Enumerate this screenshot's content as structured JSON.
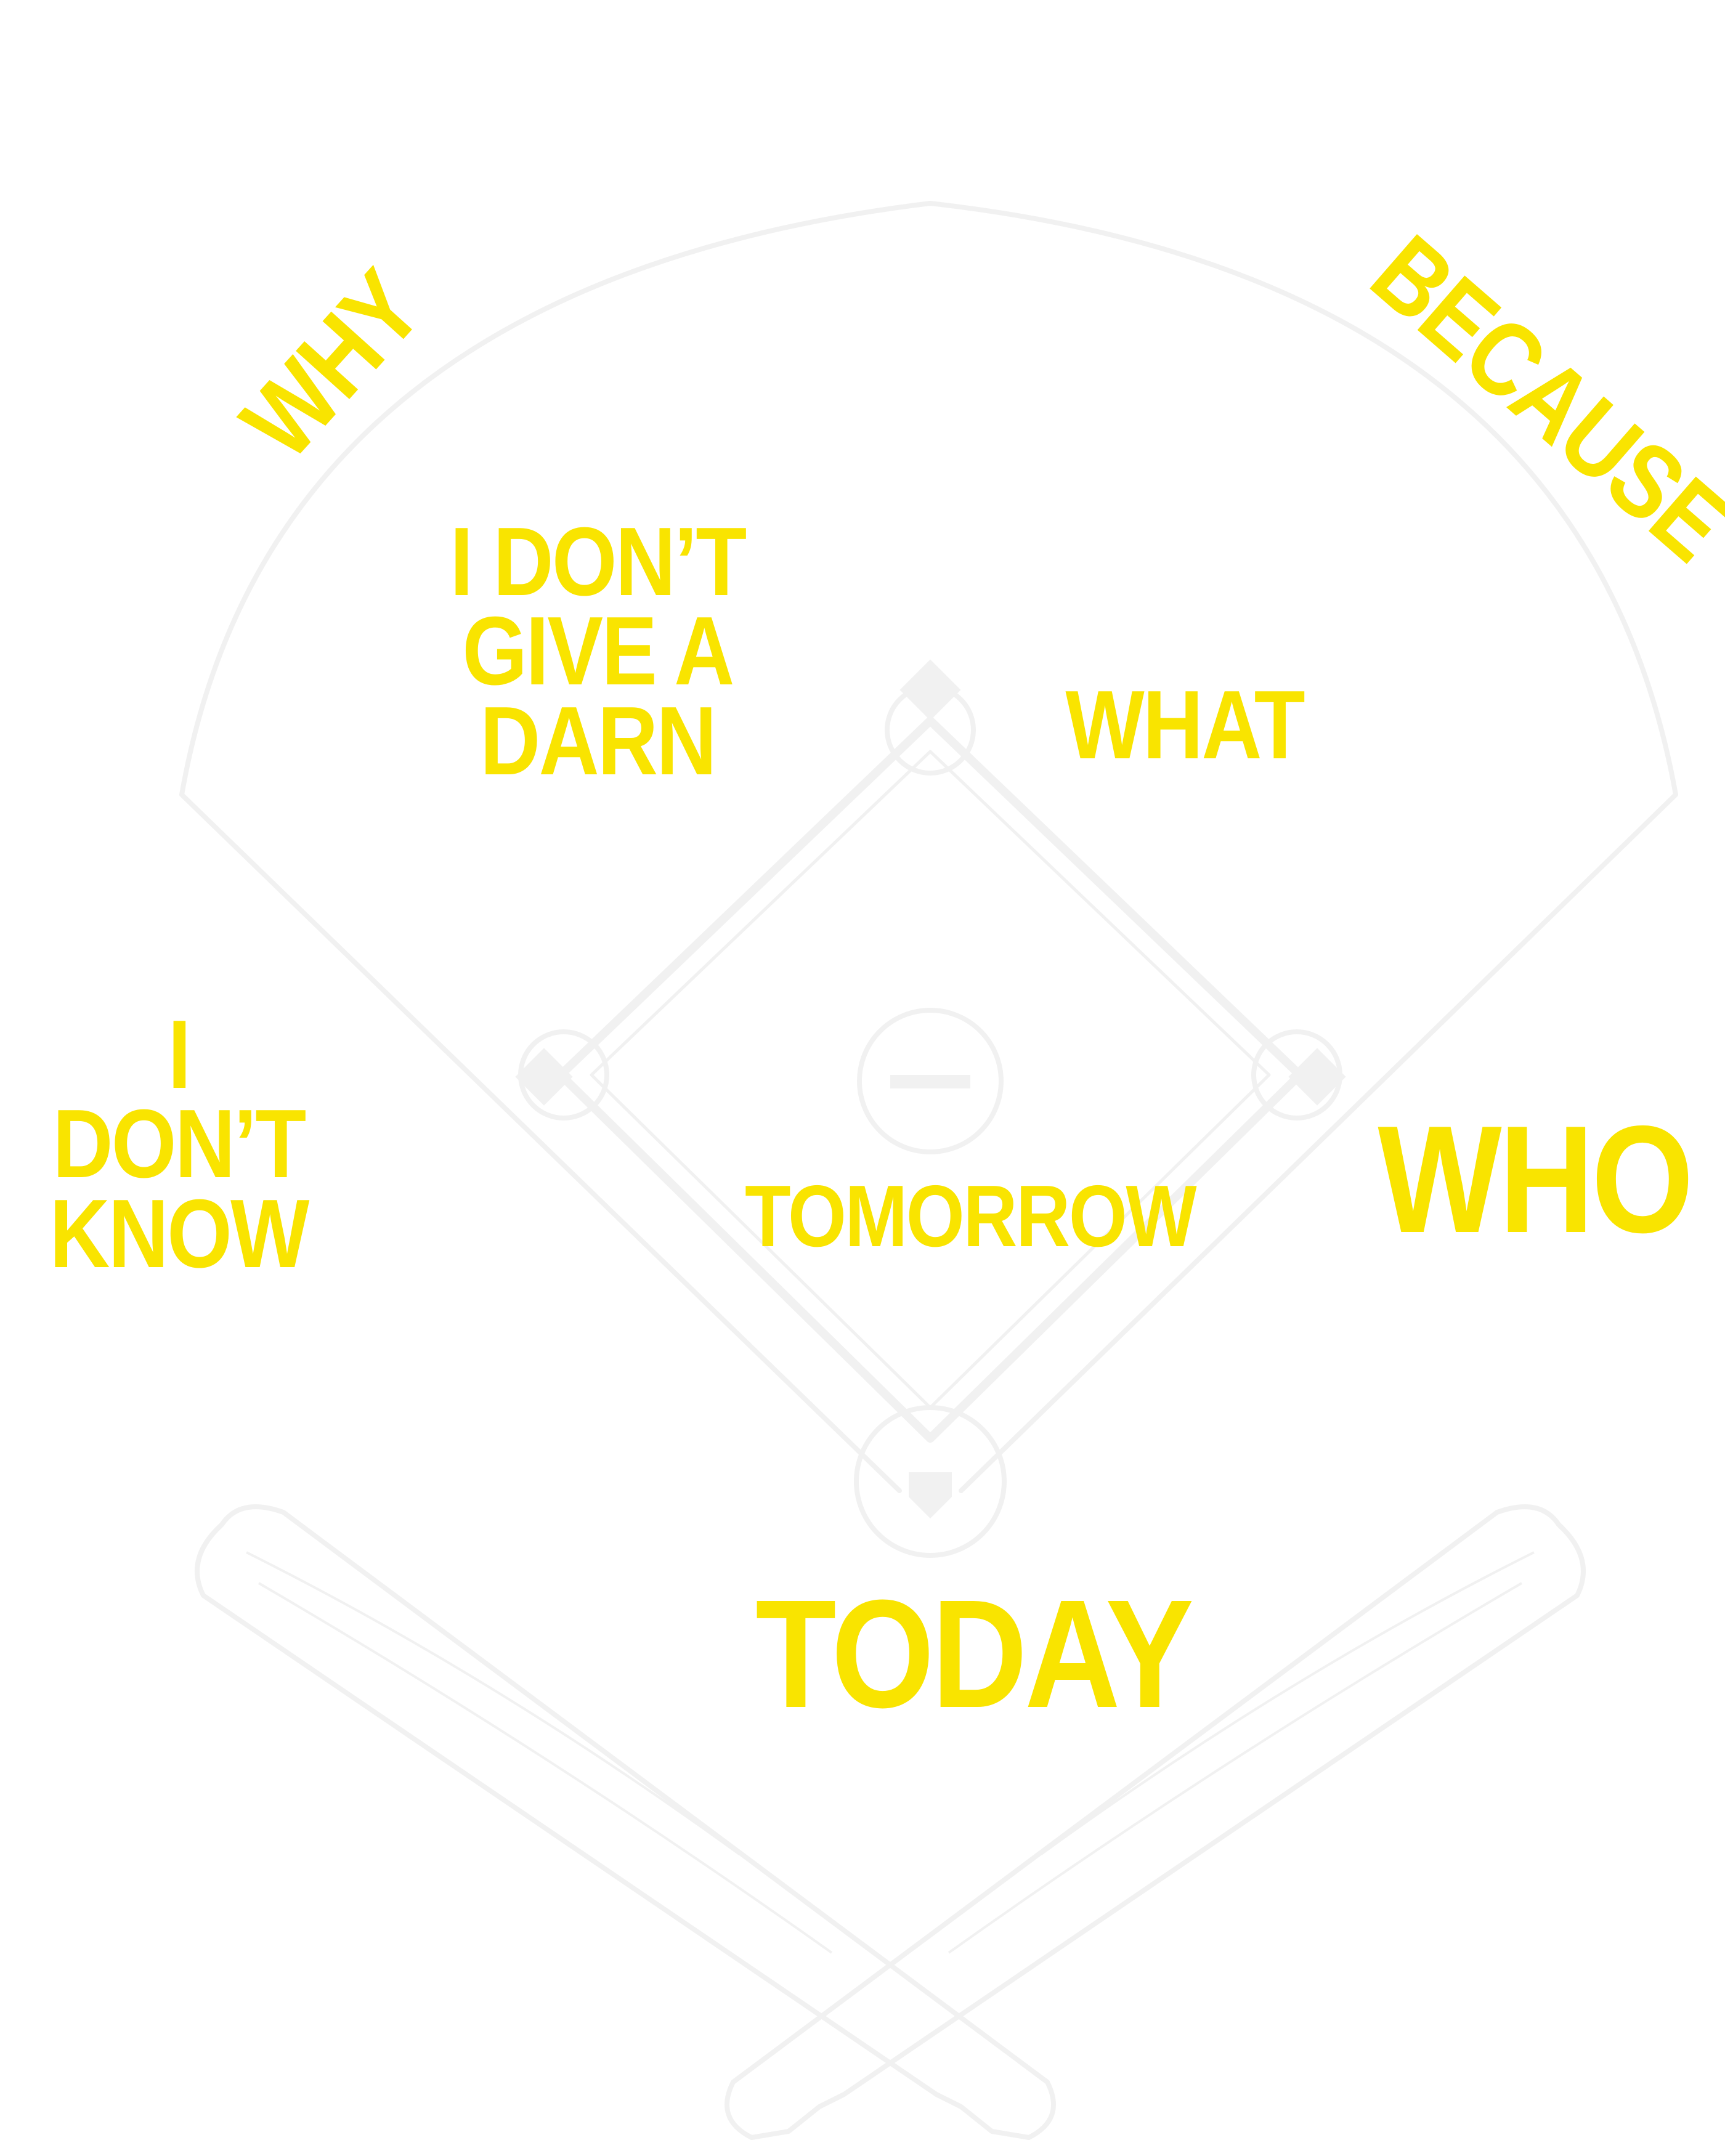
{
  "colors": {
    "background": "#ffffff",
    "label_yellow": "#f9e400",
    "field_lines": "#f1f1f1"
  },
  "field": {
    "icon": "baseball-diamond-icon",
    "bats_icon": "crossed-baseball-bats-icon"
  },
  "labels": {
    "left_field": "WHY",
    "center_field": "BECAUSE",
    "shortstop": "I DON’T\nGIVE A\nDARN",
    "second_base": "WHAT",
    "third_base": "I DON’T\nKNOW",
    "first_base": "WHO",
    "pitcher": "TOMORROW",
    "catcher": "TODAY"
  }
}
